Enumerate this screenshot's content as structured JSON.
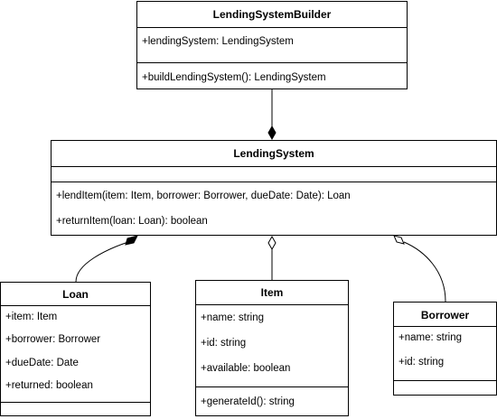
{
  "classes": {
    "builder": {
      "name": "LendingSystemBuilder",
      "attributes": [
        "+lendingSystem: LendingSystem"
      ],
      "methods": [
        "+buildLendingSystem(): LendingSystem"
      ]
    },
    "lending_system": {
      "name": "LendingSystem",
      "attributes": [],
      "methods": [
        "+lendItem(item: Item, borrower: Borrower, dueDate: Date): Loan",
        "+returnItem(loan: Loan): boolean"
      ]
    },
    "loan": {
      "name": "Loan",
      "attributes": [
        "+item: Item",
        "+borrower: Borrower",
        "+dueDate: Date",
        "+returned: boolean"
      ],
      "methods": []
    },
    "item": {
      "name": "Item",
      "attributes": [
        "+name: string",
        "+id: string",
        "+available: boolean"
      ],
      "methods": [
        "+generateId(): string"
      ]
    },
    "borrower": {
      "name": "Borrower",
      "attributes": [
        "+name: string",
        "+id: string"
      ],
      "methods": []
    }
  },
  "relationships": [
    {
      "from": "builder",
      "to": "lending_system",
      "type": "composition"
    },
    {
      "from": "lending_system",
      "to": "loan",
      "type": "composition"
    },
    {
      "from": "lending_system",
      "to": "item",
      "type": "aggregation"
    },
    {
      "from": "lending_system",
      "to": "borrower",
      "type": "aggregation"
    }
  ]
}
